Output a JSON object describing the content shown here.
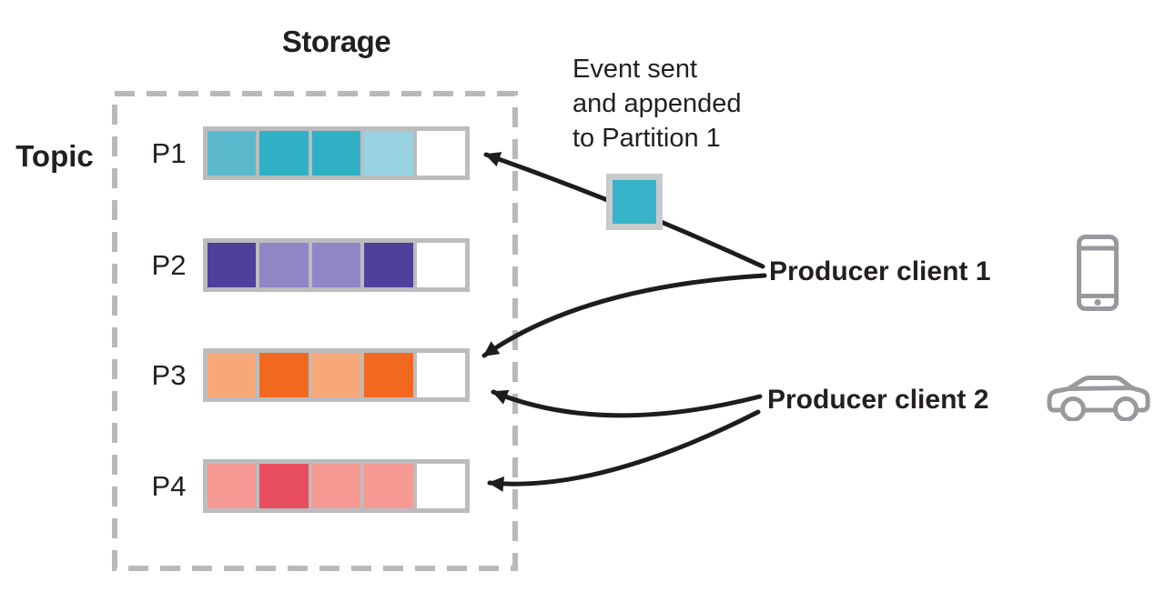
{
  "storage_title": "Storage",
  "topic_label": "Topic",
  "annotation_text": "Event sent\nand appended\nto Partition 1",
  "producers": [
    {
      "label": "Producer client 1",
      "icon": "phone-icon"
    },
    {
      "label": "Producer client 2",
      "icon": "car-icon"
    }
  ],
  "partitions": [
    {
      "label": "P1",
      "cells": [
        "#5bb9ce",
        "#2fb0c5",
        "#2fb0c5",
        "#98d2e1",
        "#ffffff"
      ]
    },
    {
      "label": "P2",
      "cells": [
        "#4f4099",
        "#9186c5",
        "#9186c5",
        "#4f4099",
        "#ffffff"
      ]
    },
    {
      "label": "P3",
      "cells": [
        "#f8a878",
        "#f2681f",
        "#f8a878",
        "#f2681f",
        "#ffffff"
      ]
    },
    {
      "label": "P4",
      "cells": [
        "#f69a93",
        "#e84e5e",
        "#f69a93",
        "#f69a93",
        "#ffffff"
      ]
    }
  ],
  "colors": {
    "event_square": "#36b3c8",
    "arrow": "#1d1d1b",
    "dashed_border": "#b7b9bb",
    "bar_border": "#babcbe",
    "icon": "#97999c",
    "text": "#231f20"
  }
}
